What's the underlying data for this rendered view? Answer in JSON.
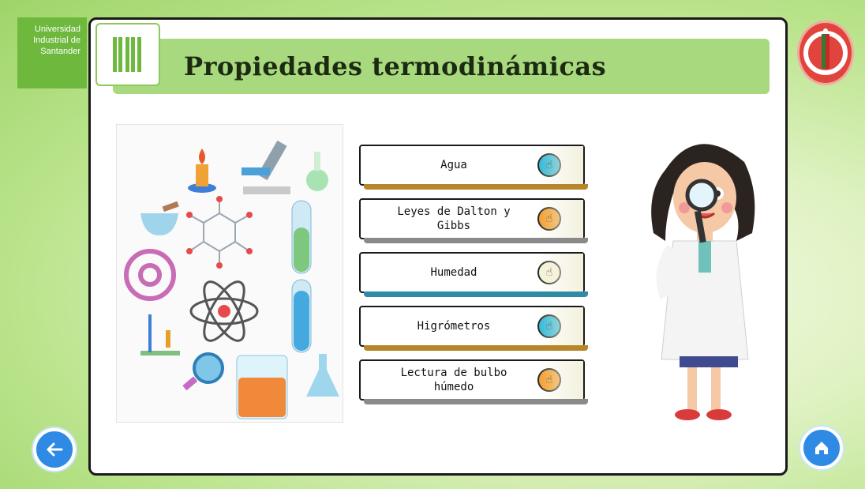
{
  "university": {
    "line1": "Universidad",
    "line2": "Industrial de",
    "line3": "Santander"
  },
  "title": "Propiedades termodinámicas",
  "menu": [
    {
      "label_line1": "Agua",
      "label_line2": "",
      "badge_color": "#29b5d6",
      "shadow_color": "#b8862a"
    },
    {
      "label_line1": "Leyes de Dalton y",
      "label_line2": "Gibbs",
      "badge_color": "#f39a26",
      "shadow_color": "#8a8a8a"
    },
    {
      "label_line1": "Humedad",
      "label_line2": "",
      "badge_color": "#f4f2d6",
      "shadow_color": "#2f8aa8"
    },
    {
      "label_line1": "Higrómetros",
      "label_line2": "",
      "badge_color": "#29b5d6",
      "shadow_color": "#b8862a"
    },
    {
      "label_line1": "Lectura de bulbo",
      "label_line2": "húmedo",
      "badge_color": "#f39a26",
      "shadow_color": "#8a8a8a"
    }
  ],
  "badge_glyph": "☝",
  "icons": {
    "back": "arrow-left-icon",
    "home": "home-icon"
  },
  "colors": {
    "accent_green": "#a8d97e",
    "brand_red": "#e0443c",
    "nav_blue": "#2f8ae6"
  }
}
